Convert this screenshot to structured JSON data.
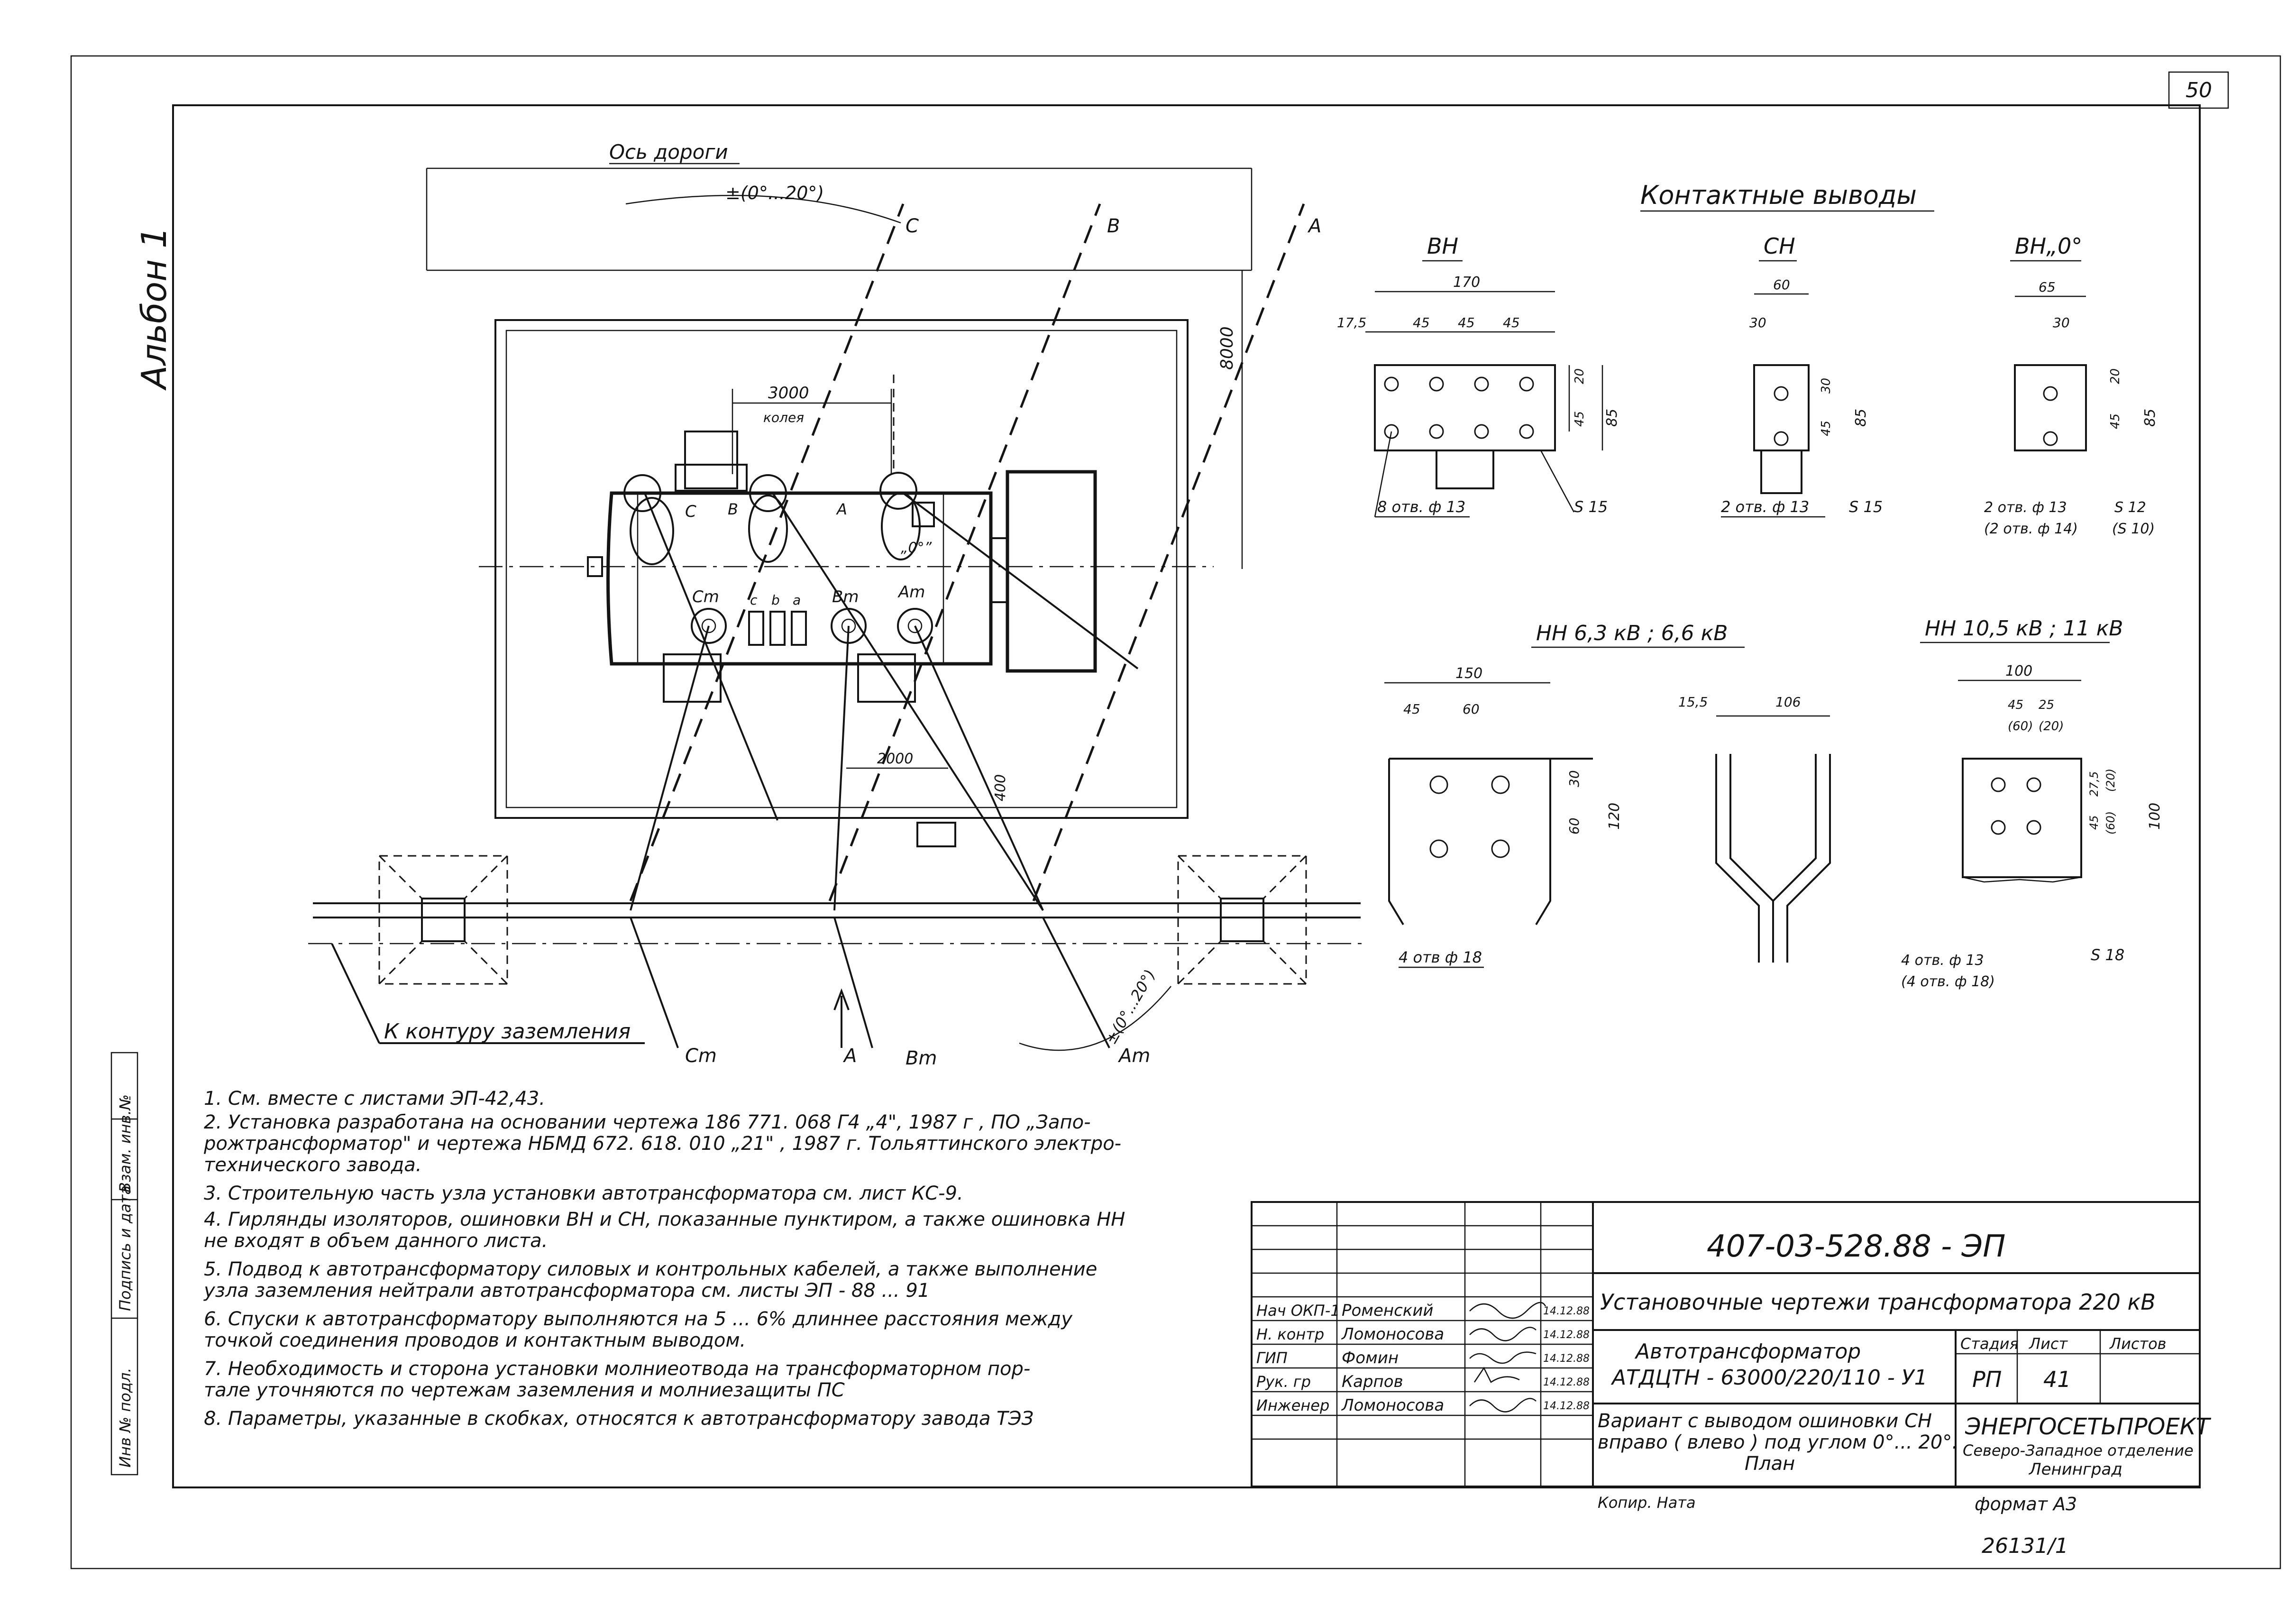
{
  "sheet": {
    "page_corner": "50",
    "album_label": "Альбон 1"
  },
  "plan": {
    "road_axis_label": "Ось дороги",
    "angle_label": "±(0°...20°)",
    "angle_label_bottom": "±(0°...20°)",
    "dim_8000": "8000",
    "dim_3000": "3000",
    "track_label": "колея",
    "dim_2000": "2000",
    "dim_400": "400",
    "line_A": "A",
    "line_B": "B",
    "line_C": "C",
    "bushing_C": "C",
    "bushing_B": "B",
    "bushing_A": "A",
    "zero_mark": "„0°”",
    "bushing_Cm": "Cm",
    "bushing_Bm": "Bm",
    "bushing_Am": "Am",
    "small_c": "c",
    "small_b": "b",
    "small_a": "a",
    "ground_label": "К контуру заземления",
    "out_Cm": "Cm",
    "out_A": "A",
    "out_Bm": "Bm",
    "out_Am": "Am"
  },
  "terminals": {
    "title": "Контактные выводы",
    "vn": {
      "title": "ВН",
      "d170": "170",
      "d175": "17,5",
      "d45a": "45",
      "d45b": "45",
      "d45c": "45",
      "d20": "20",
      "d45v": "45",
      "d85": "85",
      "holes": "8 отв. ф 13",
      "thickness": "S 15"
    },
    "sn": {
      "title": "СН",
      "d60": "60",
      "d30": "30",
      "d30v": "30",
      "d45v": "45",
      "d85": "85",
      "holes": "2 отв. ф 13",
      "thickness": "S 15"
    },
    "vn0": {
      "title": "ВН„0°",
      "d65": "65",
      "d30": "30",
      "d20": "20",
      "d45v": "45",
      "d85": "85",
      "holes": "2 отв. ф 13",
      "holes_alt": "(2 отв. ф 14)",
      "thickness": "S 12",
      "thickness_alt": "(S 10)"
    },
    "nn6": {
      "title": "НН 6,3 кВ ; 6,6 кВ",
      "d150": "150",
      "d45": "45",
      "d60": "60",
      "d30v": "30",
      "d60v": "60",
      "d120": "120",
      "holes": "4 отв ф 18",
      "d155": "15,5",
      "d106": "106"
    },
    "nn10": {
      "title": "НН 10,5 кВ ; 11 кВ",
      "d100": "100",
      "d45": "45",
      "d25": "25",
      "d60p": "(60)",
      "d20p": "(20)",
      "d275": "27,5",
      "d20pv": "(20)",
      "d45v": "45",
      "d60pv": "(60)",
      "d100v": "100",
      "holes": "4 отв. ф 13",
      "holes_alt": "(4 отв. ф 18)",
      "thickness": "S 18"
    }
  },
  "notes": [
    "1.  См. вместе с листами  ЭП-42,43.",
    "2.  Установка разработана на основании чертежа 186 771. 068 Г4 „4\", 1987 г , ПО „Запо-",
    "     рожтрансформатор\" и чертежа НБМД 672. 618. 010 „21\" , 1987 г. Тольяттинского электро-",
    "     технического завода.",
    "3.  Строительную часть узла установки автотрансформатора  см. лист КС-9.",
    "4.  Гирлянды изоляторов, ошиновки ВН и СН, показанные пунктиром, а также ошиновка НН",
    "     не входят в объем данного листа.",
    "5.  Подвод к автотрансформатору силовых и контрольных  кабелей, а также выполнение",
    "     узла заземления  нейтрали автотрансформатора см. листы ЭП - 88 ... 91",
    "6.  Спуски к автотрансформатору выполняются на 5 ... 6%  длиннее расстояния между",
    "     точкой соединения проводов и контактным выводом.",
    "7.  Необходимость и сторона установки молниеотвода на трансформаторном пор-",
    "     тале уточняются по чертежам заземления и молниезащиты ПС",
    "8.  Параметры, указанные в скобках, относятся  к автотрансформатору завода ТЭЗ"
  ],
  "side_stamp": [
    "Инв № подл.",
    "Подпись и дата",
    "Взам. инв.№"
  ],
  "title_block": {
    "doc_code": "407-03-528.88  - ЭП",
    "project_title": "Установочные чертежи трансформатора 220 кВ",
    "object_line1": "Автотрансформатор",
    "object_line2": "АТДЦТН - 63000/220/110 - У1",
    "variant_line1": "Вариант с выводом ошиновки СН",
    "variant_line2": "вправо ( влево ) под углом 0°... 20°.",
    "variant_line3": "План",
    "stage_header": "Стадия",
    "sheet_header": "Лист",
    "sheets_header": "Листов",
    "stage": "РП",
    "sheet": "41",
    "sheets": "",
    "org_name": "ЭНЕРГОСЕТЬПРОЕКТ",
    "org_branch": "Северо-Западное отделение",
    "org_city": "Ленинград",
    "people": [
      {
        "role": "Нач ОКП-1",
        "name": "Роменский",
        "date": "14.12.88"
      },
      {
        "role": "Н. контр",
        "name": "Ломоносова",
        "date": "14.12.88"
      },
      {
        "role": "ГИП",
        "name": "Фомин",
        "date": "14.12.88"
      },
      {
        "role": "Рук. гр",
        "name": "Карпов",
        "date": "14.12.88"
      },
      {
        "role": "Инженер",
        "name": "Ломоносова",
        "date": "14.12.88"
      }
    ],
    "copied": "Копир. Ната",
    "format": "формат А3",
    "archive_no": "26131/1"
  }
}
